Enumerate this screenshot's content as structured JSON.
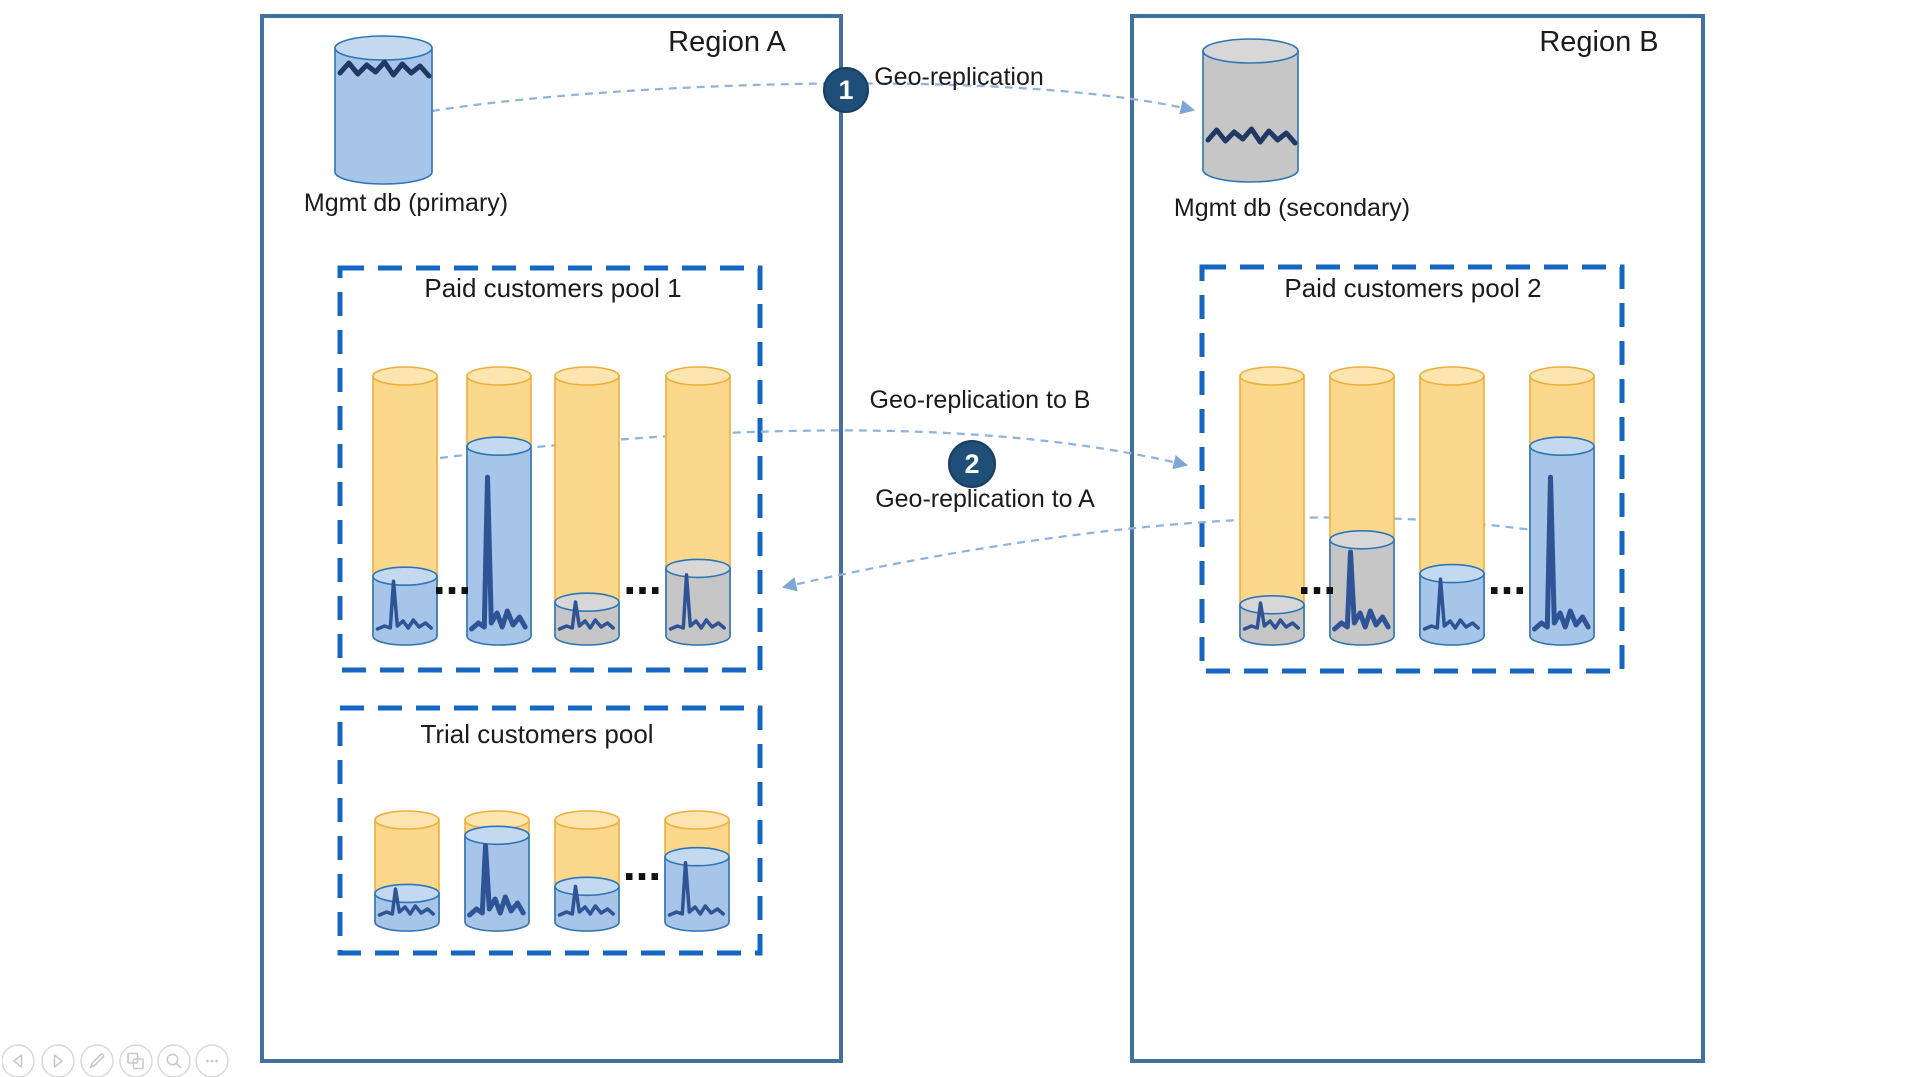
{
  "regions": {
    "a": {
      "title": "Region A",
      "db_label": "Mgmt db (primary)"
    },
    "b": {
      "title": "Region B",
      "db_label": "Mgmt db (secondary)"
    }
  },
  "flows": {
    "step1": {
      "badge": "1",
      "label": "Geo-replication"
    },
    "step2": {
      "badge": "2",
      "label_to_b": "Geo-replication to B",
      "label_to_a": "Geo-replication to A"
    }
  },
  "pools": [
    {
      "title": "Paid customers pool 1",
      "region": "a",
      "databases": [
        {
          "fill": "blue",
          "fill_ratio": 0.23
        },
        {
          "fill": "blue",
          "fill_ratio": 0.73
        },
        {
          "fill": "gray",
          "fill_ratio": 0.13
        },
        {
          "fill": "gray",
          "fill_ratio": 0.26
        }
      ],
      "ellipsis_after": [
        0,
        2
      ]
    },
    {
      "title": "Paid customers pool 2",
      "region": "b",
      "databases": [
        {
          "fill": "gray",
          "fill_ratio": 0.12
        },
        {
          "fill": "gray",
          "fill_ratio": 0.37
        },
        {
          "fill": "blue",
          "fill_ratio": 0.24
        },
        {
          "fill": "blue",
          "fill_ratio": 0.73
        }
      ],
      "ellipsis_after": [
        0,
        2
      ]
    },
    {
      "title": "Trial customers pool",
      "region": "a",
      "databases": [
        {
          "fill": "blue",
          "fill_ratio": 0.28
        },
        {
          "fill": "blue",
          "fill_ratio": 0.85
        },
        {
          "fill": "blue",
          "fill_ratio": 0.35
        },
        {
          "fill": "blue",
          "fill_ratio": 0.64
        }
      ],
      "ellipsis_after": [
        2
      ]
    }
  ],
  "ellipsis": "...",
  "toolbar": {
    "buttons": [
      "previous-slide",
      "next-slide",
      "pen",
      "see-all-slides",
      "zoom",
      "more-options"
    ]
  },
  "colors": {
    "region_border": "#41719C",
    "pool_border": "#1566C2",
    "capacity_fill": "#FBD88B",
    "capacity_top": "#FDE5AF",
    "capacity_stroke": "#EFAE3A",
    "db_blue_fill": "#A6C5E8",
    "db_blue_top": "#C3D9F0",
    "db_blue_stroke": "#2E75B6",
    "db_gray_fill": "#C6C6C6",
    "db_gray_top": "#D7D7D7",
    "spike": "#2F5496",
    "squiggle": "#1F3864",
    "arrow": "#8FB3DC",
    "arrowhead": "#7FA7D6",
    "badge_bg": "#1F4E79",
    "text": "#1B1B1B"
  }
}
